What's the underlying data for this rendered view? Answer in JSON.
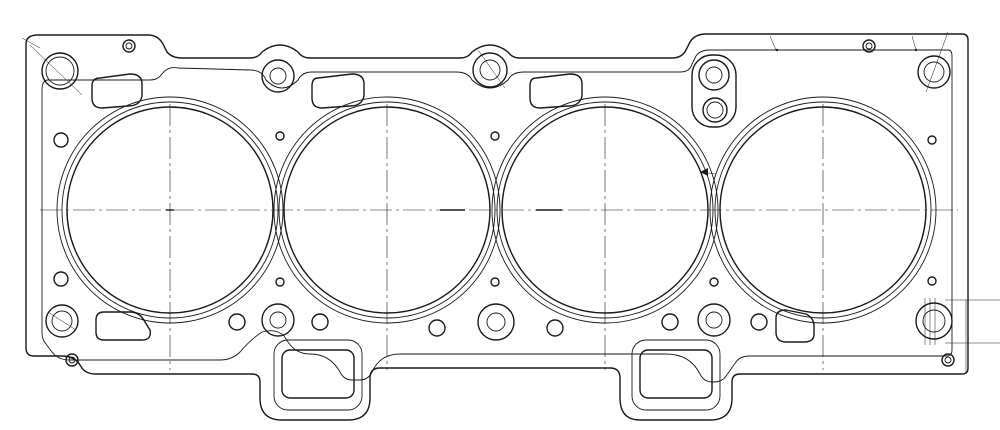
{
  "drawing": {
    "subject": "",
    "line_color": "#1a1a1a",
    "background": "#ffffff"
  },
  "cylinders": [
    {
      "id": "bore-1"
    },
    {
      "id": "bore-2"
    },
    {
      "id": "bore-3"
    },
    {
      "id": "bore-4"
    }
  ],
  "bolt_holes_upper": [
    {
      "id": "bolt-upper-left-corner"
    },
    {
      "id": "bolt-upper-1"
    },
    {
      "id": "bolt-upper-2"
    },
    {
      "id": "bolt-upper-3"
    },
    {
      "id": "bolt-upper-right-corner"
    }
  ],
  "bolt_holes_lower": [
    {
      "id": "bolt-lower-left-corner"
    },
    {
      "id": "bolt-lower-1"
    },
    {
      "id": "bolt-lower-2"
    },
    {
      "id": "bolt-lower-3"
    },
    {
      "id": "bolt-lower-right-corner"
    }
  ]
}
